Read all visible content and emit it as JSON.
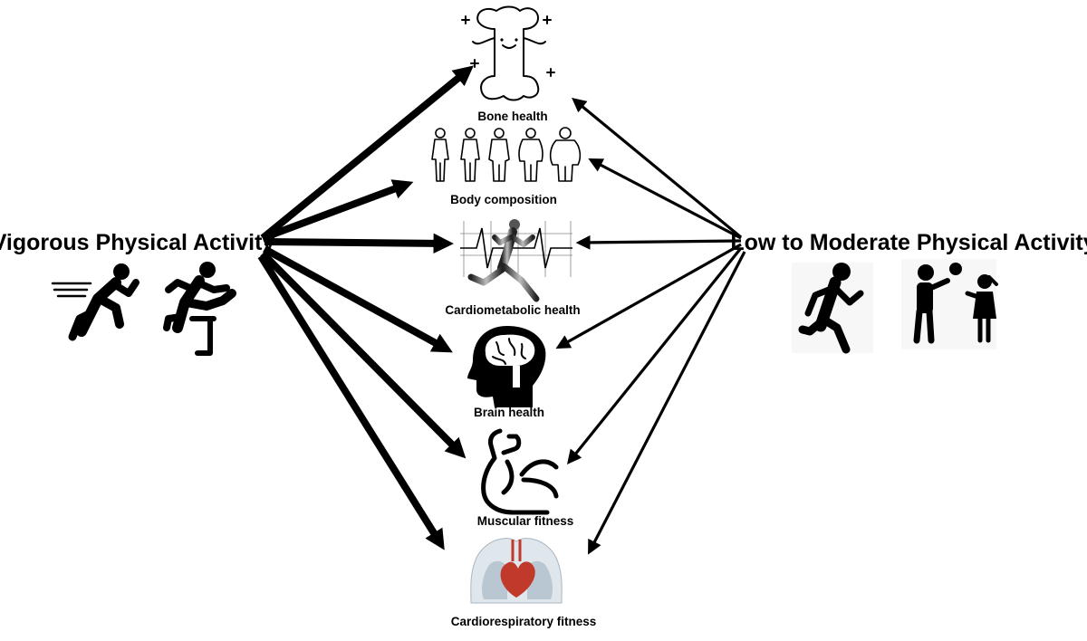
{
  "left_node": {
    "label": "Vigorous Physical Activity",
    "icons": [
      "sprinter-icon",
      "hurdler-icon"
    ]
  },
  "right_node": {
    "label": "Low to Moderate Physical Activity",
    "icons": [
      "runner-icon",
      "children-playing-ball-icon"
    ]
  },
  "outcomes": [
    {
      "id": "bone",
      "label": "Bone health",
      "icon": "bone-icon"
    },
    {
      "id": "body",
      "label": "Body composition",
      "icon": "body-shapes-icon"
    },
    {
      "id": "cardio",
      "label": "Cardiometabolic health",
      "icon": "ecg-runner-icon"
    },
    {
      "id": "brain",
      "label": "Brain health",
      "icon": "brain-icon"
    },
    {
      "id": "muscle",
      "label": "Muscular fitness",
      "icon": "flexed-arm-icon"
    },
    {
      "id": "resp",
      "label": "Cardiorespiratory  fitness",
      "icon": "heart-lungs-icon"
    }
  ],
  "edges": [
    {
      "from": "Vigorous Physical Activity",
      "to": "Bone health",
      "strength": "strong"
    },
    {
      "from": "Vigorous Physical Activity",
      "to": "Body composition",
      "strength": "strong"
    },
    {
      "from": "Vigorous Physical Activity",
      "to": "Cardiometabolic health",
      "strength": "strong"
    },
    {
      "from": "Vigorous Physical Activity",
      "to": "Brain health",
      "strength": "strong"
    },
    {
      "from": "Vigorous Physical Activity",
      "to": "Muscular fitness",
      "strength": "strong"
    },
    {
      "from": "Vigorous Physical Activity",
      "to": "Cardiorespiratory  fitness",
      "strength": "strong"
    },
    {
      "from": "Low to Moderate Physical Activity",
      "to": "Bone health",
      "strength": "weak"
    },
    {
      "from": "Low to Moderate Physical Activity",
      "to": "Body composition",
      "strength": "weak"
    },
    {
      "from": "Low to Moderate Physical Activity",
      "to": "Cardiometabolic health",
      "strength": "weak"
    },
    {
      "from": "Low to Moderate Physical Activity",
      "to": "Brain health",
      "strength": "weak"
    },
    {
      "from": "Low to Moderate Physical Activity",
      "to": "Muscular fitness",
      "strength": "weak"
    },
    {
      "from": "Low to Moderate Physical Activity",
      "to": "Cardiorespiratory  fitness",
      "strength": "weak"
    }
  ],
  "colors": {
    "arrow": "#000000",
    "heart": "#c0392b",
    "lungs": "#b9c7d3"
  }
}
